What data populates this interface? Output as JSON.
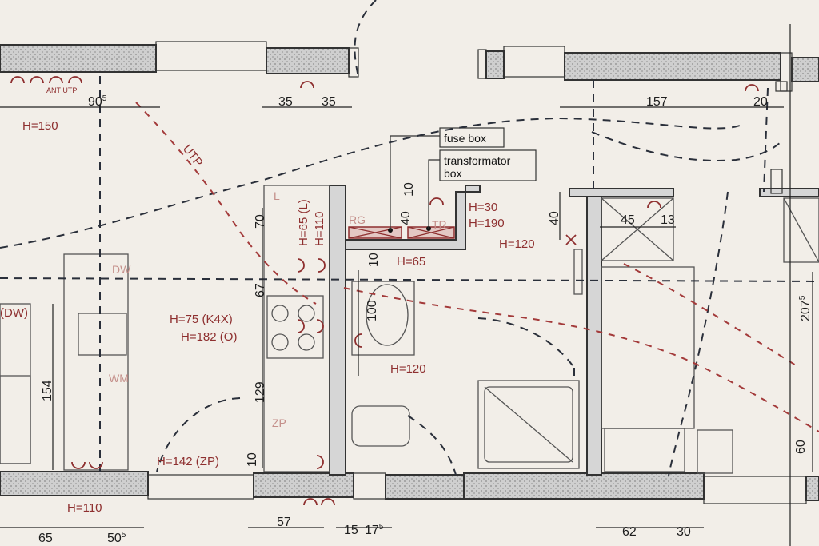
{
  "labels": {
    "fuse_box": "fuse box",
    "transformator_box_line1": "transformator",
    "transformator_box_line2": "box"
  },
  "annotations": {
    "h150": "H=150",
    "h65l": "H=65 (L)",
    "h110_vert": "H=110",
    "h30": "H=30",
    "h190": "H=190",
    "h120_top": "H=120",
    "h65": "H=65",
    "h75": "H=75 (K4X)",
    "h182": "H=182 (O)",
    "h120_mid": "H=120",
    "h142": "H=142 (ZP)",
    "h110_bottom": "H=110",
    "utp": "UTP",
    "ant_utp": "ANT UTP",
    "dw_left": "(DW)",
    "dw": "DW",
    "wm": "WM",
    "zp": "ZP",
    "l": "L",
    "rg": "RG",
    "tr": "TR"
  },
  "dimensions": {
    "d90": "90",
    "d90_sup": "5",
    "d35a": "35",
    "d35b": "35",
    "d157": "157",
    "d20": "20",
    "d10_top": "10",
    "d40_a": "40",
    "d40_b": "40",
    "d45": "45",
    "d13": "13",
    "d70": "70",
    "d67": "67",
    "d10_mid": "10",
    "d100": "100",
    "d154": "154",
    "d129": "129",
    "d10_bot": "10",
    "d207": "207",
    "d207_sup": "5",
    "d60": "60",
    "d65": "65",
    "d50": "50",
    "d50_sup": "5",
    "d57": "57",
    "d15": "15",
    "d17": "17",
    "d17_sup": "5",
    "d62": "62",
    "d30": "30"
  }
}
